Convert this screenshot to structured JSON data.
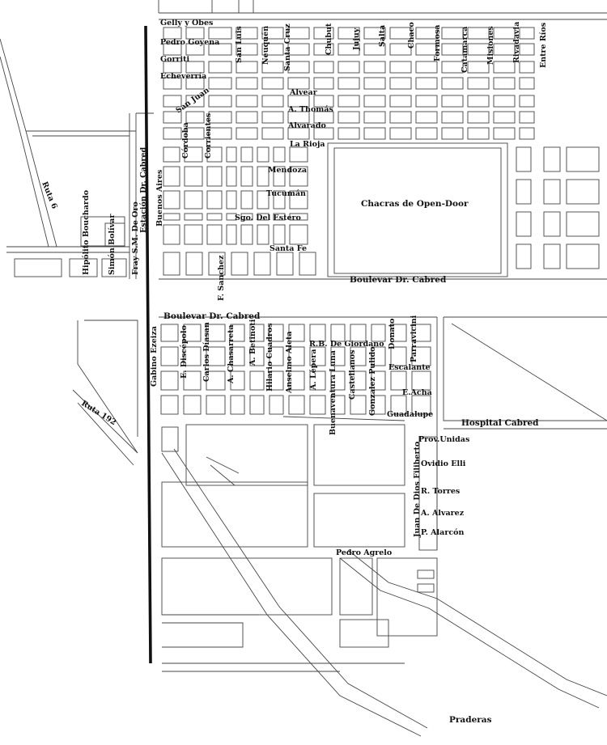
{
  "map": {
    "streets_horizontal_north": [
      "Gelly y Obes",
      "Pedro Goyena",
      "Gorriti",
      "Echeverría"
    ],
    "streets_vertical_north": [
      "San Luis",
      "Neuquén",
      "Santa Cruz",
      "Chubut",
      "Jujuy",
      "Salta",
      "Chaco",
      "Formosa",
      "Catamarca",
      "Misiones",
      "Rivadavia",
      "Entre Ríos"
    ],
    "streets_east_west_mid": [
      "Alvear",
      "A. Thomás",
      "Alvarado",
      "La Rioja",
      "Mendoza",
      "Tucumán",
      "Sgo. Del Estero",
      "Santa Fe"
    ],
    "streets_vertical_mid": [
      "San Juan",
      "Córdoba",
      "Corrientes",
      "Buenos Aires",
      "F. Sanchez"
    ],
    "west_streets": [
      "Hipólito Bouchardo",
      "Simón Bolívar",
      "Fray S.M. De Oro",
      "Estación Dr. Cabred"
    ],
    "routes": [
      "Ruta 6",
      "Ruta 192"
    ],
    "areas": [
      "Chacras de Open-Door",
      "Hospital Cabred",
      "Praderas"
    ],
    "boulevard_north": "Boulevar Dr. Cabred",
    "boulevard_south": "Boulevar Dr. Cabred",
    "streets_vertical_south": [
      "Gabino Ezeiza",
      "E. Discépolo",
      "Carlos Díasan",
      "A. Chasarreta",
      "A. Betinoti",
      "Hilario Cuadros",
      "Anselmo Aleta",
      "A. Lépera",
      "Buenaventura Luna",
      "Castellanos",
      "Gonzalez Pulido",
      "Donato",
      "Parravicini"
    ],
    "streets_south_horizontal": [
      "R.B. De Giordano",
      "Escalante",
      "E.Acha",
      "Guadalupe",
      "Prov.Unidas",
      "Ovidio Elli",
      "R. Torres",
      "A. Alvarez",
      "P. Alarcón",
      "Pedro Agrelo"
    ],
    "juan_de_dios": "Juan De Dios Filiberto"
  }
}
